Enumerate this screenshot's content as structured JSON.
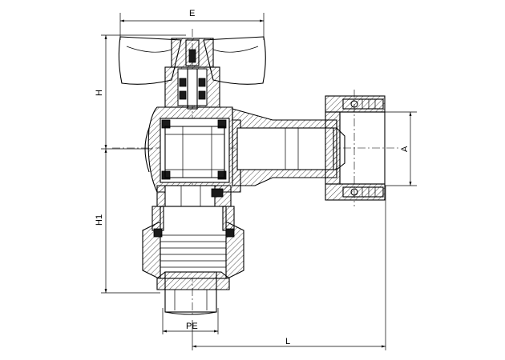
{
  "drawing": {
    "subject": "angle-valve-with-butterfly-handle",
    "dimensions": {
      "width_top": "E",
      "height_upper": "H",
      "height_lower": "H1",
      "outlet_diameter": "A",
      "pipe_end": "PE",
      "length": "L"
    }
  }
}
